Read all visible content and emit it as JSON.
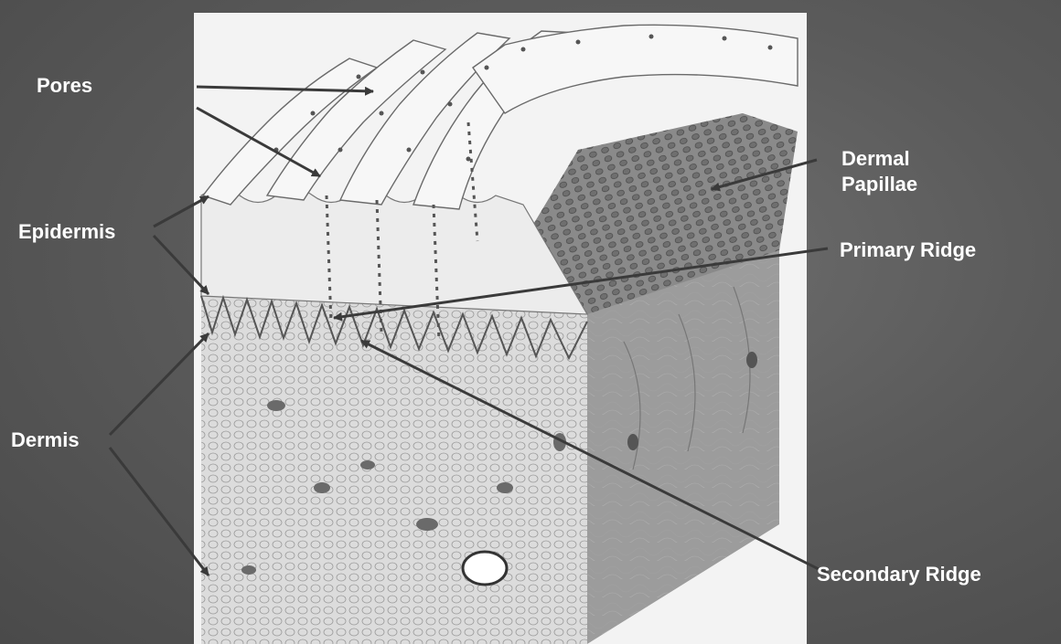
{
  "labels": {
    "pores": "Pores",
    "epidermis": "Epidermis",
    "dermis": "Dermis",
    "dermal_papillae": [
      "Dermal",
      "Papillae"
    ],
    "primary_ridge": "Primary Ridge",
    "secondary_ridge": "Secondary Ridge"
  },
  "colors": {
    "background": "#5a5a5a",
    "illustration_bg": "#f2f2f2",
    "label_text": "#ffffff",
    "arrow": "#3a3a3a"
  }
}
